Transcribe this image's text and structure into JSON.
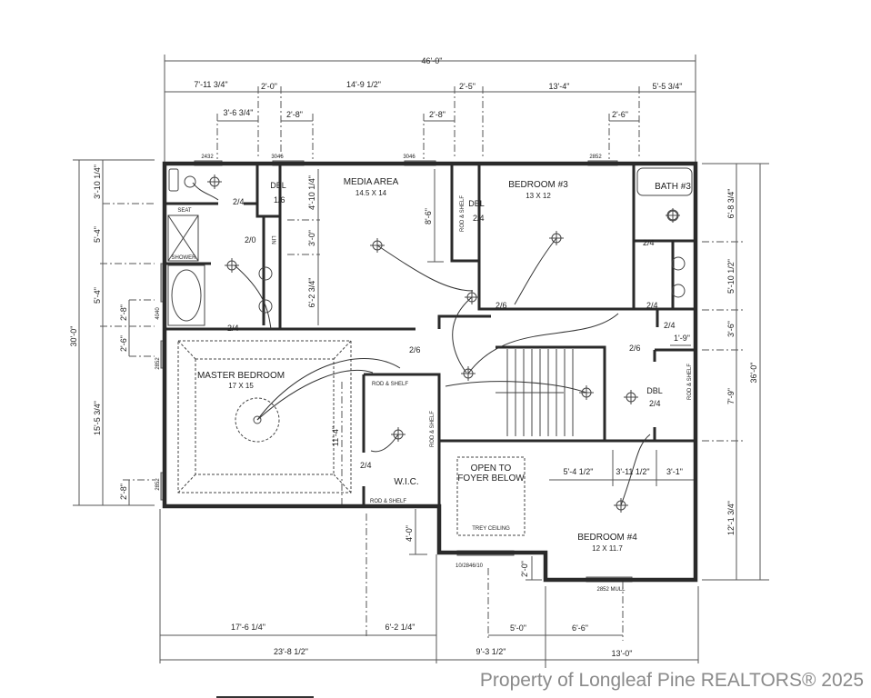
{
  "rooms": {
    "media": {
      "name": "MEDIA AREA",
      "size": "14.5 X 14"
    },
    "bedroom3": {
      "name": "BEDROOM #3",
      "size": "13 X 12"
    },
    "bath3": {
      "name": "BATH #3"
    },
    "master": {
      "name": "MASTER BEDROOM",
      "size": "17 X 15"
    },
    "wic": {
      "name": "W.I.C."
    },
    "foyer": {
      "line1": "OPEN TO",
      "line2": "FOYER BELOW",
      "ceiling": "TREY CEILING"
    },
    "bedroom4": {
      "name": "BEDROOM #4",
      "size": "12 X 11.7"
    }
  },
  "fixtures": {
    "seat": "SEAT",
    "shower": "SHOWER",
    "linen": "LIN",
    "dbl": "DBL",
    "rod_shelf": "ROD & SHELF"
  },
  "dimensions": {
    "top": [
      "46'-0\"",
      "7'-11 3/4\"",
      "2'-0\"",
      "14'-9 1/2\"",
      "2'-5\"",
      "13'-4\"",
      "5'-5 3/4\"",
      "3'-6 3/4\"",
      "2'-8\"",
      "2'-8\"",
      "2'-6\""
    ],
    "left": [
      "30'-0\"",
      "3'-10 1/4\"",
      "5'-4\"",
      "5'-4\"",
      "2'-8\"",
      "2'-6\"",
      "15'-5 3/4\"",
      "2'-8\""
    ],
    "right": [
      "36'-0\"",
      "6'-8 3/4\"",
      "5'-10 1/2\"",
      "3'-6\"",
      "7'-9\"",
      "12'-1 3/4\"",
      "1'-9\""
    ],
    "bottom": [
      "17'-6 1/4\"",
      "6'-2 1/4\"",
      "23'-8 1/2\"",
      "9'-3 1/2\"",
      "13'-0\"",
      "5'-0\"",
      "6'-6\"",
      "4'-0\"",
      "2'-0\""
    ],
    "interior": [
      "4'-10 1/4\"",
      "3'-0\"",
      "6'-2 3/4\"",
      "8'-6\"",
      "11'-4\"",
      "5'-4 1/2\"",
      "3'-11 1/2\"",
      "3'-1\""
    ]
  },
  "windows": [
    "2432",
    "3046",
    "3046",
    "2852",
    "4040",
    "2852",
    "2852",
    "10/2846/10",
    "2852 MULL"
  ],
  "doors": [
    "2/4",
    "1/6",
    "2/0",
    "2/4",
    "2/6",
    "2/4",
    "2/6",
    "2/4",
    "2/4",
    "2/4",
    "2/6",
    "2/4",
    "2/4"
  ],
  "watermark": "Property of Longleaf Pine REALTORS® 2025"
}
